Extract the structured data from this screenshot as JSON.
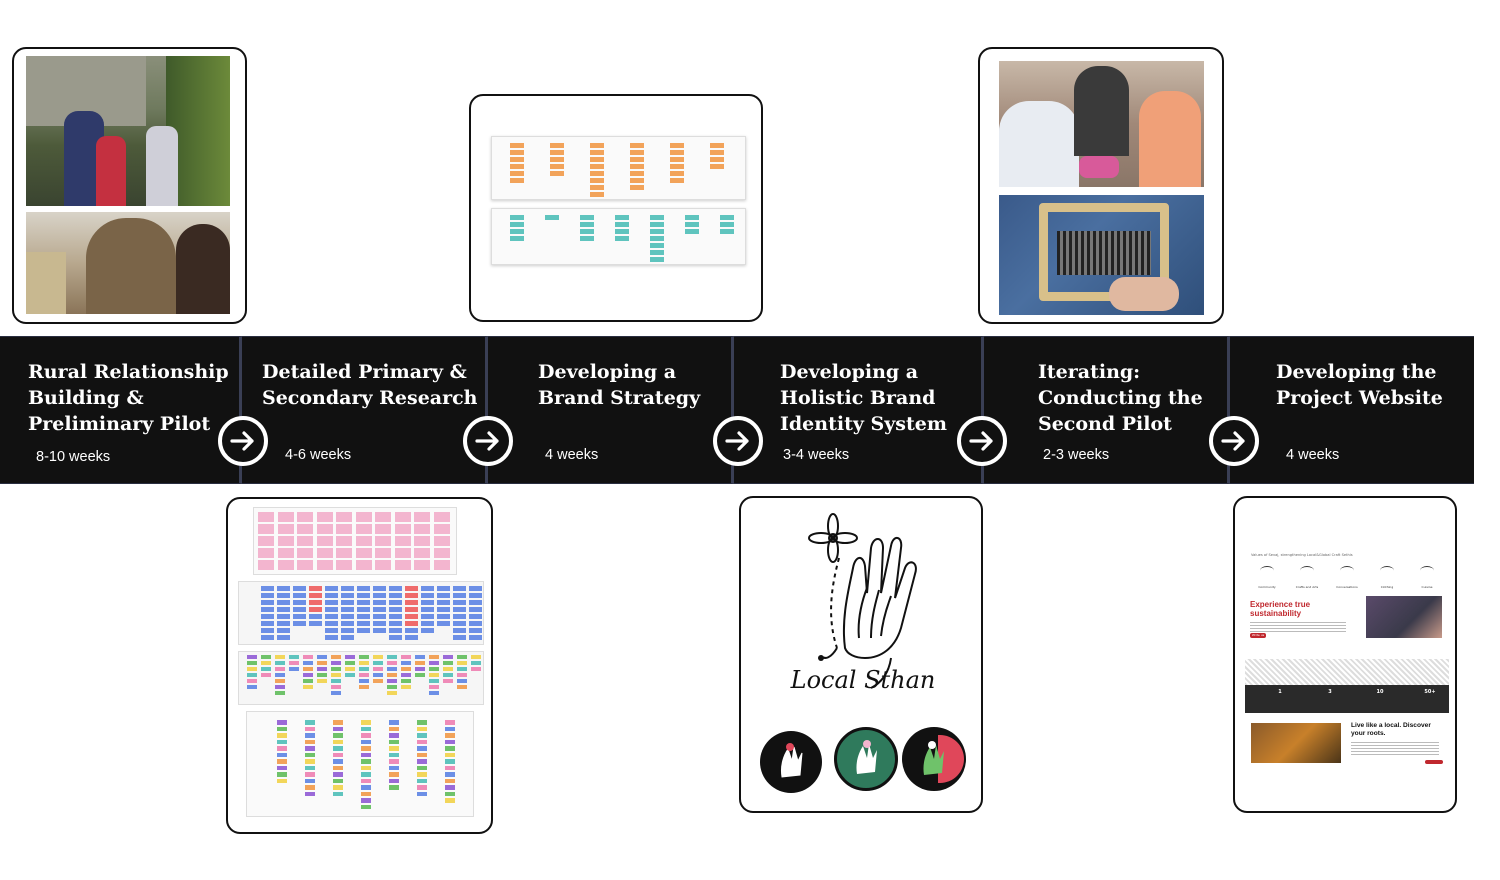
{
  "colors": {
    "band": "#111111",
    "text": "#ffffff",
    "sticky_orange": "#f2a35a",
    "sticky_teal": "#5fc4be",
    "sticky_pink": "#f3b5cf",
    "sticky_blue": "#6c8fe6",
    "sticky_red": "#ef6b6b",
    "brand_green": "#2f7a5c",
    "brand_red": "#e0475a"
  },
  "stages": [
    {
      "title": "Rural Relationship\nBuilding &\nPreliminary Pilot",
      "duration": "8-10 weeks"
    },
    {
      "title": "Detailed Primary &\nSecondary Research",
      "duration": "4-6 weeks"
    },
    {
      "title": "Developing a\nBrand Strategy",
      "duration": "4 weeks"
    },
    {
      "title": "Developing a\nHolistic Brand\nIdentity System",
      "duration": "3-4 weeks"
    },
    {
      "title": "Iterating:\nConducting the\nSecond Pilot",
      "duration": "2-3 weeks"
    },
    {
      "title": "Developing the\nProject Website",
      "duration": "4 weeks"
    }
  ],
  "arrows": [
    "arrow-right-icon",
    "arrow-right-icon",
    "arrow-right-icon",
    "arrow-right-icon",
    "arrow-right-icon"
  ],
  "brand": {
    "logo_text": "Local Sthan"
  },
  "website": {
    "tagline": "Values of Sevaj, strengthening Local&Global Craft Sethis",
    "nav_items": [
      "Community",
      "Crafts and Arts",
      "Conversations",
      "Clothing",
      "Cuisine"
    ],
    "hero_title": "Experience true sustainability",
    "button_label": "Write us",
    "stats": [
      "1",
      "3",
      "10",
      "50+"
    ],
    "section_title": "Live like a local. Discover your roots."
  }
}
